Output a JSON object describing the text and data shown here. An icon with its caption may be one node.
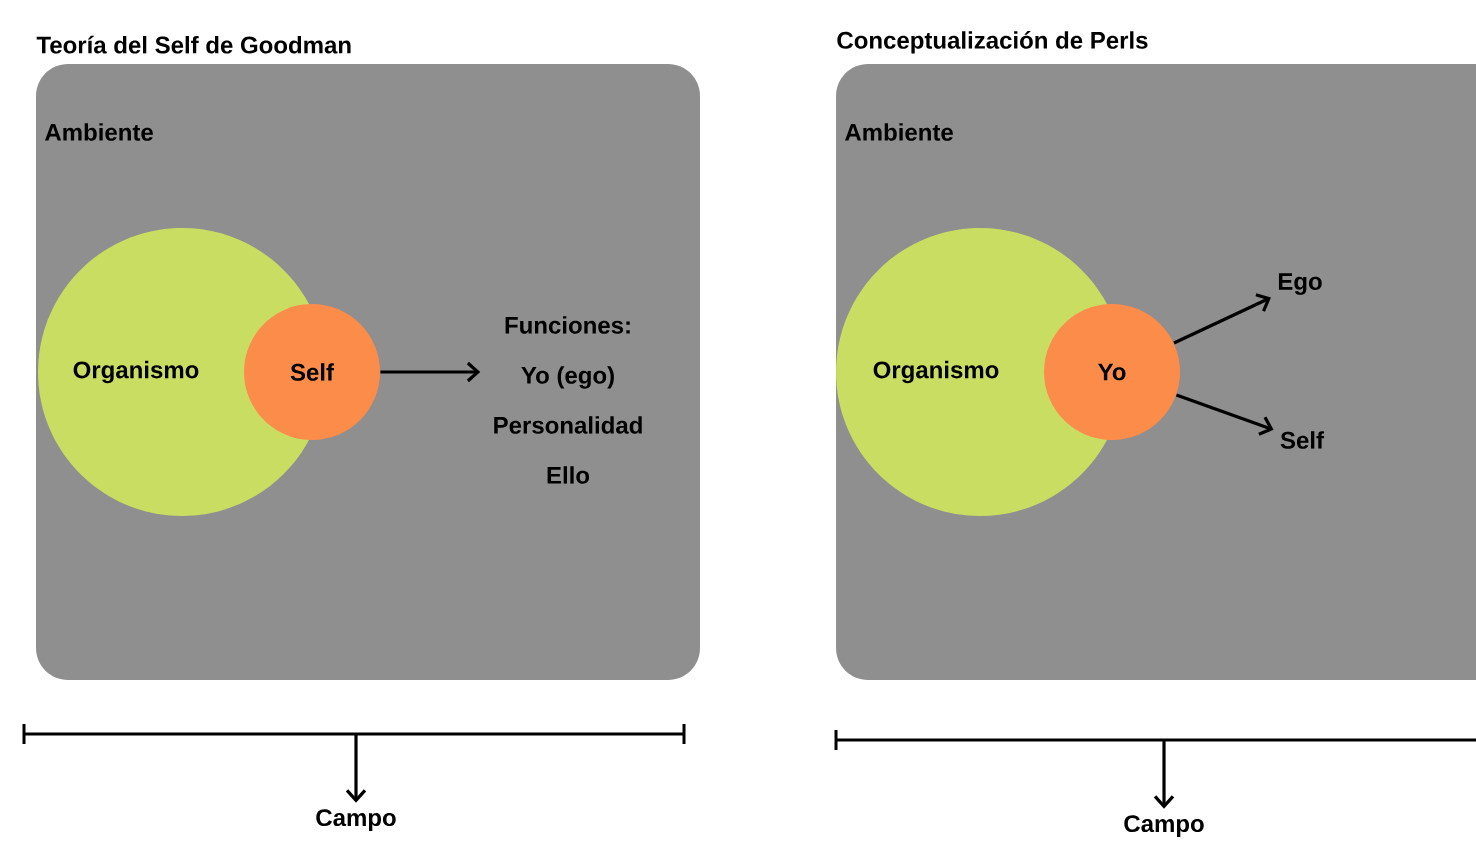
{
  "diagram": {
    "nodes": [
      {
        "text": [
          "Teoría del Self de Goodman",
          "Ambiente"
        ]
      },
      {
        "text": [
          "Organismo"
        ],
        "in": 0
      },
      {
        "text": [
          "Self"
        ],
        "in": 0
      },
      {
        "text": [
          "Funciones:",
          "Yo (ego)",
          "Personalidad",
          "Ello"
        ],
        "in": 0
      },
      {
        "text": [
          "Campo"
        ]
      },
      {
        "text": [
          "Conceptualización de Perls",
          "Ambiente"
        ]
      },
      {
        "text": [
          "Organismo"
        ],
        "in": 5
      },
      {
        "text": [
          "Yo"
        ],
        "in": 5
      },
      {
        "text": [
          "Ego"
        ],
        "in": 5
      },
      {
        "text": [
          "Self"
        ],
        "in": 5
      },
      {
        "text": [
          "Campo"
        ]
      }
    ],
    "edges": [
      {
        "from": 2,
        "to": 3,
        "arrow": "to"
      },
      {
        "from": null,
        "to": 4,
        "arrow": "to"
      },
      {
        "from": 7,
        "to": 8,
        "arrow": "to"
      },
      {
        "from": 7,
        "to": 9,
        "arrow": "to"
      },
      {
        "from": null,
        "to": 10,
        "arrow": "to"
      }
    ]
  }
}
